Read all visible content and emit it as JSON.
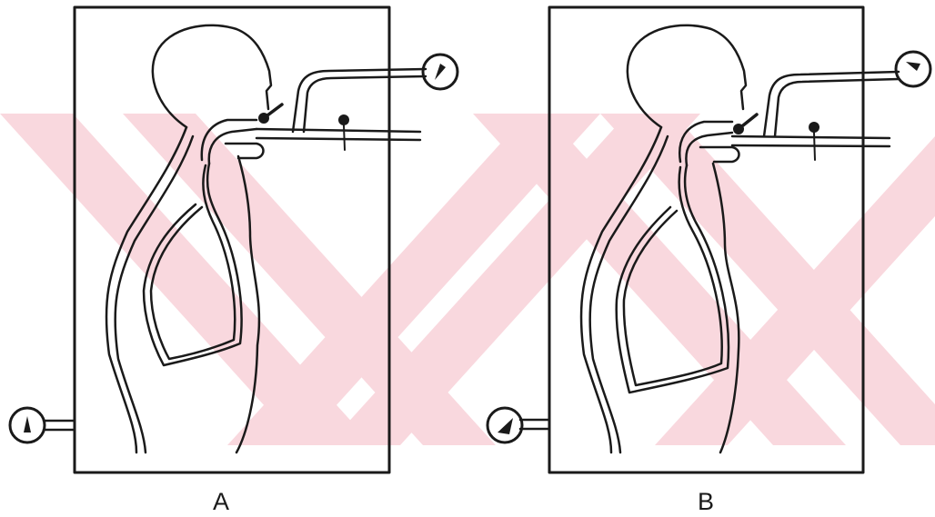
{
  "diagram": {
    "panels": [
      {
        "id": "A",
        "label": "A"
      },
      {
        "id": "B",
        "label": "B"
      }
    ],
    "watermark_color": "#f9d8de",
    "ink_color": "#1a1a1a"
  }
}
